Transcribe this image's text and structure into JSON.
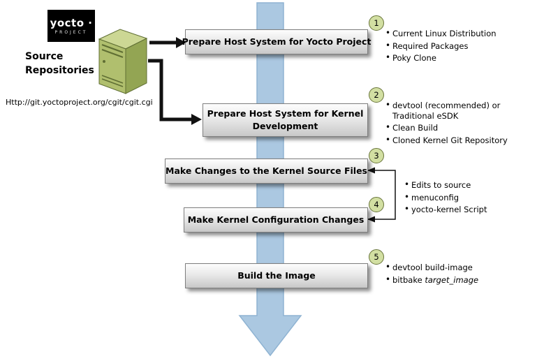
{
  "logo": {
    "brand": "yocto ·",
    "subtitle": "PROJECT"
  },
  "source": {
    "label": "Source\nRepositories",
    "url": "Http://git.yoctoproject.org/cgit/cgit.cgi"
  },
  "steps": [
    {
      "number": "1",
      "box_label": "Prepare Host System for Yocto Project",
      "bullets": [
        "Current Linux Distribution",
        "Required Packages",
        "Poky Clone"
      ]
    },
    {
      "number": "2",
      "box_label": "Prepare Host System for Kernel\nDevelopment",
      "bullets": [
        "devtool (recommended) or Traditional eSDK",
        "Clean Build",
        "Cloned Kernel Git Repository"
      ]
    },
    {
      "number": "3",
      "box_label": "Make Changes to the Kernel Source Files",
      "bullets": []
    },
    {
      "number": "4",
      "box_label": "Make Kernel Configuration Changes",
      "bullets": []
    },
    {
      "number": "5",
      "box_label": "Build the Image",
      "bullets": [
        "devtool build-image"
      ]
    }
  ],
  "shared_bullets_steps_3_4": [
    "Edits to source",
    "menuconfig",
    "yocto-kernel Script"
  ],
  "bitbake_bullet": {
    "prefix": "bitbake ",
    "italic": "target_image"
  },
  "colors": {
    "flow_arrow_blue": "#abc8e1",
    "flow_arrow_border": "#8fb3d2",
    "box_border": "#7f7f7f",
    "circle_fill": "#d2dfa2",
    "circle_border": "#68743a",
    "server_front_green": "#b0bf6e",
    "server_top_green": "#ccd794",
    "server_side_green": "#93a553",
    "connector_black": "#111111"
  }
}
